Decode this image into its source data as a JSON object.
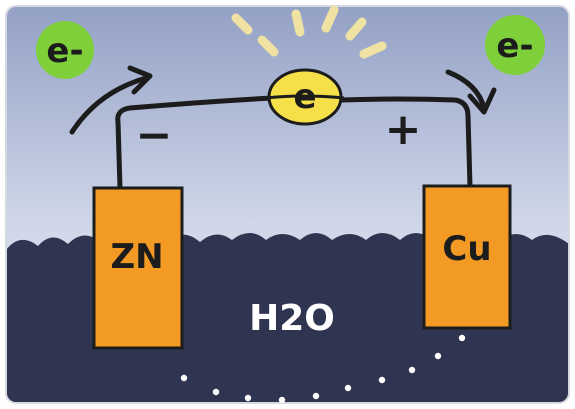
{
  "labels": {
    "electron_left": "e-",
    "electron_right": "e-",
    "electron_bulb": "e",
    "negative_sign": "−",
    "positive_sign": "+",
    "zinc_electrode": "ZN",
    "copper_electrode": "Cu",
    "water": "H2O"
  },
  "colors": {
    "sky_top": "#9aa7c9",
    "sky_bottom": "#eef1f7",
    "water": "#2f3550",
    "electrode": "#f39a24",
    "electron": "#7fcf3a",
    "bulb": "#f6e04a",
    "rays": "#efe2a3",
    "ink": "#1c1c1c"
  }
}
